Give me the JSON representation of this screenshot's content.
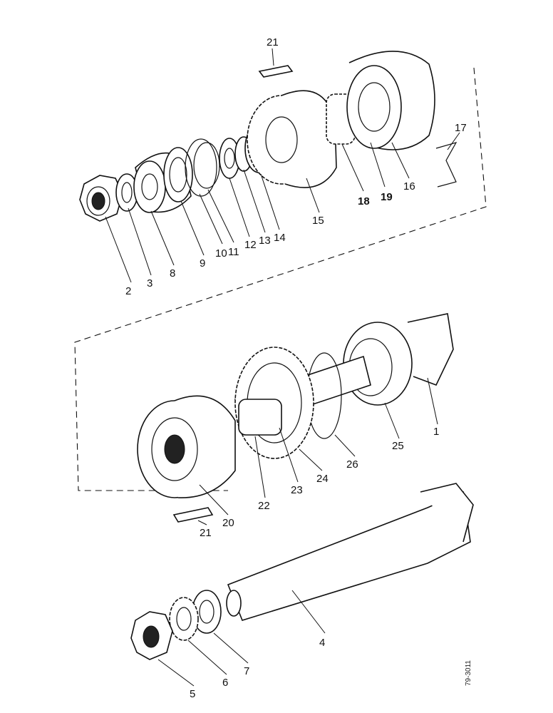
{
  "labels": {
    "1": "1",
    "2": "2",
    "3": "3",
    "4": "4",
    "5": "5",
    "6": "6",
    "7": "7",
    "8": "8",
    "9": "9",
    "10": "10",
    "11": "11",
    "12": "12",
    "13": "13",
    "14": "14",
    "15": "15",
    "16": "16",
    "17": "17",
    "18": "18",
    "19": "19",
    "20": "20",
    "21a": "21",
    "21b": "21",
    "22": "22",
    "23": "23",
    "24": "24",
    "25": "25",
    "26": "26"
  },
  "drawing_code": "79-3011"
}
